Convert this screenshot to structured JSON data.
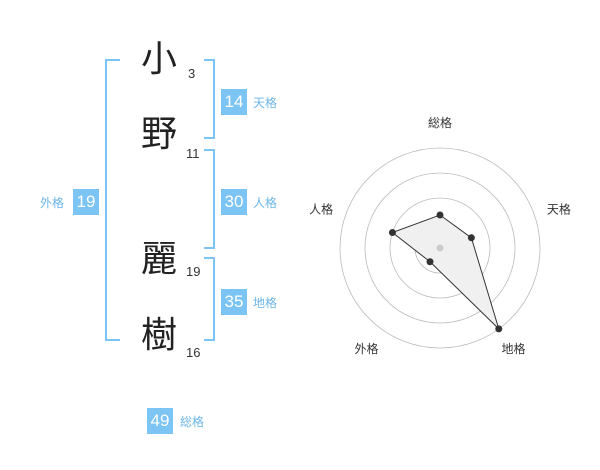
{
  "colors": {
    "accent": "#7cc4f4",
    "label": "#6cb6e8",
    "bracket": "#7cc4f4",
    "grid": "#bbbbbb",
    "polygon_fill": "#f0f0f0",
    "polygon_stroke": "#333333"
  },
  "name": {
    "chars": [
      {
        "char": "小",
        "strokes": "3"
      },
      {
        "char": "野",
        "strokes": "11"
      },
      {
        "char": "麗",
        "strokes": "19"
      },
      {
        "char": "樹",
        "strokes": "16"
      }
    ]
  },
  "fortune": {
    "tenkaku": {
      "value": "14",
      "label": "天格"
    },
    "jinkaku": {
      "value": "30",
      "label": "人格"
    },
    "chikaku": {
      "value": "35",
      "label": "地格"
    },
    "gaikaku": {
      "value": "19",
      "label": "外格"
    },
    "soukaku": {
      "value": "49",
      "label": "総格"
    }
  },
  "chart_data": {
    "type": "radar",
    "axes": [
      "総格",
      "天格",
      "地格",
      "外格",
      "人格"
    ],
    "values": [
      0.33,
      0.33,
      1.0,
      0.17,
      0.5
    ],
    "levels": 4,
    "max": 1.0
  }
}
